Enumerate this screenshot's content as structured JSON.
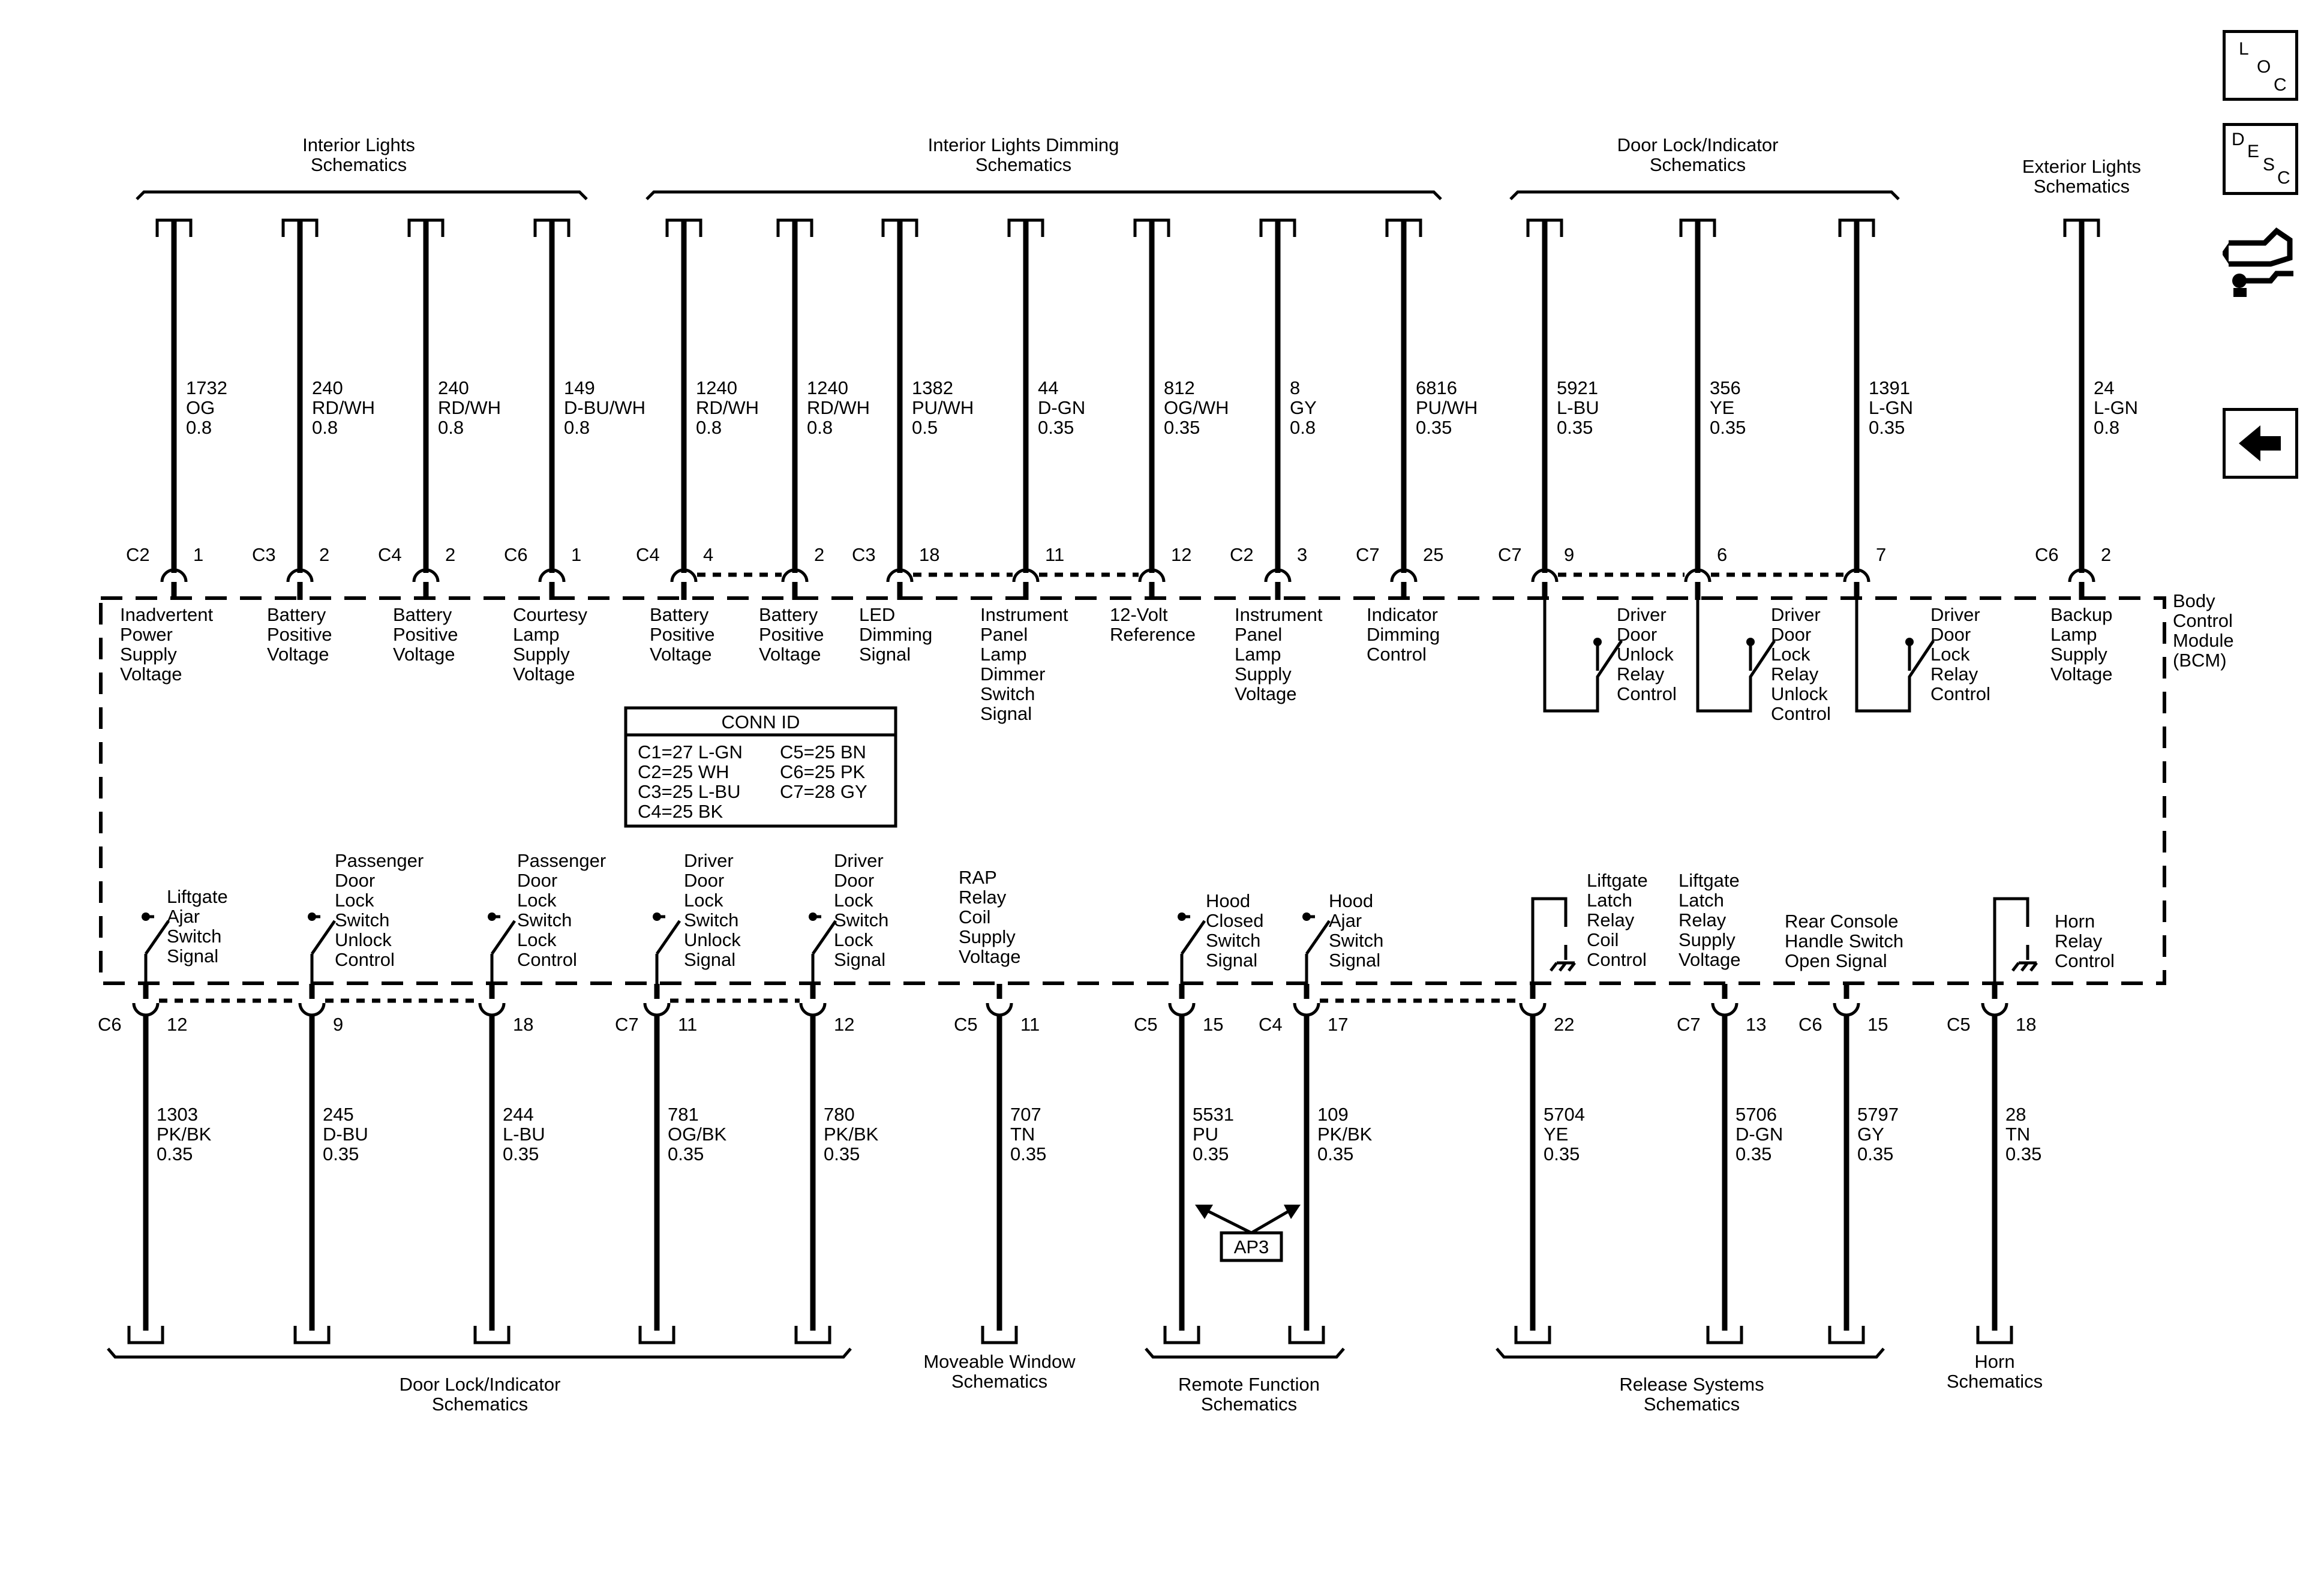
{
  "module": {
    "lines": [
      "Body",
      "Control",
      "Module",
      "(BCM)"
    ]
  },
  "top_groups": [
    {
      "lines": [
        "Interior Lights",
        "Schematics"
      ]
    },
    {
      "lines": [
        "Interior Lights Dimming",
        "Schematics"
      ]
    },
    {
      "lines": [
        "Door Lock/Indicator",
        "Schematics"
      ]
    },
    {
      "lines": [
        "Exterior Lights",
        "Schematics"
      ]
    }
  ],
  "top_pins": [
    {
      "conn": "C2",
      "pin": "1",
      "circuit": [
        "1732",
        "OG",
        "0.8"
      ],
      "func": [
        "Inadvertent",
        "Power",
        "Supply",
        "Voltage"
      ]
    },
    {
      "conn": "C3",
      "pin": "2",
      "circuit": [
        "240",
        "RD/WH",
        "0.8"
      ],
      "func": [
        "Battery",
        "Positive",
        "Voltage"
      ]
    },
    {
      "conn": "C4",
      "pin": "2",
      "circuit": [
        "240",
        "RD/WH",
        "0.8"
      ],
      "func": [
        "Battery",
        "Positive",
        "Voltage"
      ]
    },
    {
      "conn": "C6",
      "pin": "1",
      "circuit": [
        "149",
        "D-BU/WH",
        "0.8"
      ],
      "func": [
        "Courtesy",
        "Lamp",
        "Supply",
        "Voltage"
      ]
    },
    {
      "conn": "C4",
      "pin": "4",
      "circuit": [
        "1240",
        "RD/WH",
        "0.8"
      ],
      "func": [
        "Battery",
        "Positive",
        "Voltage"
      ]
    },
    {
      "conn": "",
      "pin": "2",
      "circuit": [
        "1240",
        "RD/WH",
        "0.8"
      ],
      "func": [
        "Battery",
        "Positive",
        "Voltage"
      ]
    },
    {
      "conn": "C3",
      "pin": "18",
      "circuit": [
        "1382",
        "PU/WH",
        "0.5"
      ],
      "func": [
        "LED",
        "Dimming",
        "Signal"
      ]
    },
    {
      "conn": "",
      "pin": "11",
      "circuit": [
        "44",
        "D-GN",
        "0.35"
      ],
      "func": [
        "Instrument",
        "Panel",
        "Lamp",
        "Dimmer",
        "Switch",
        "Signal"
      ]
    },
    {
      "conn": "",
      "pin": "12",
      "circuit": [
        "812",
        "OG/WH",
        "0.35"
      ],
      "func": [
        "12-Volt",
        "Reference"
      ]
    },
    {
      "conn": "C2",
      "pin": "3",
      "circuit": [
        "8",
        "GY",
        "0.8"
      ],
      "func": [
        "Instrument",
        "Panel",
        "Lamp",
        "Supply",
        "Voltage"
      ]
    },
    {
      "conn": "C7",
      "pin": "25",
      "circuit": [
        "6816",
        "PU/WH",
        "0.35"
      ],
      "func": [
        "Indicator",
        "Dimming",
        "Control"
      ]
    },
    {
      "conn": "C7",
      "pin": "9",
      "circuit": [
        "5921",
        "L-BU",
        "0.35"
      ],
      "func": [
        "Driver",
        "Door",
        "Unlock",
        "Relay",
        "Control"
      ]
    },
    {
      "conn": "",
      "pin": "6",
      "circuit": [
        "356",
        "YE",
        "0.35"
      ],
      "func": [
        "Driver",
        "Door",
        "Lock",
        "Relay",
        "Unlock",
        "Control"
      ]
    },
    {
      "conn": "",
      "pin": "7",
      "circuit": [
        "1391",
        "L-GN",
        "0.35"
      ],
      "func": [
        "Driver",
        "Door",
        "Lock",
        "Relay",
        "Control"
      ]
    },
    {
      "conn": "C6",
      "pin": "2",
      "circuit": [
        "24",
        "L-GN",
        "0.8"
      ],
      "func": [
        "Backup",
        "Lamp",
        "Supply",
        "Voltage"
      ]
    }
  ],
  "bottom_pins": [
    {
      "conn": "C6",
      "pin": "12",
      "circuit": [
        "1303",
        "PK/BK",
        "0.35"
      ],
      "func": [
        "Liftgate",
        "Ajar",
        "Switch",
        "Signal"
      ]
    },
    {
      "conn": "",
      "pin": "9",
      "circuit": [
        "245",
        "D-BU",
        "0.35"
      ],
      "func": [
        "Passenger",
        "Door",
        "Lock",
        "Switch",
        "Unlock",
        "Control"
      ]
    },
    {
      "conn": "",
      "pin": "18",
      "circuit": [
        "244",
        "L-BU",
        "0.35"
      ],
      "func": [
        "Passenger",
        "Door",
        "Lock",
        "Switch",
        "Lock",
        "Control"
      ]
    },
    {
      "conn": "C7",
      "pin": "11",
      "circuit": [
        "781",
        "OG/BK",
        "0.35"
      ],
      "func": [
        "Driver",
        "Door",
        "Lock",
        "Switch",
        "Unlock",
        "Signal"
      ]
    },
    {
      "conn": "",
      "pin": "12",
      "circuit": [
        "780",
        "PK/BK",
        "0.35"
      ],
      "func": [
        "Driver",
        "Door",
        "Lock",
        "Switch",
        "Lock",
        "Signal"
      ]
    },
    {
      "conn": "C5",
      "pin": "11",
      "circuit": [
        "707",
        "TN",
        "0.35"
      ],
      "func": [
        "RAP",
        "Relay",
        "Coil",
        "Supply",
        "Voltage"
      ]
    },
    {
      "conn": "C5",
      "pin": "15",
      "circuit": [
        "5531",
        "PU",
        "0.35"
      ],
      "func": [
        "Hood",
        "Closed",
        "Switch",
        "Signal"
      ]
    },
    {
      "conn": "C4",
      "pin": "17",
      "circuit": [
        "109",
        "PK/BK",
        "0.35"
      ],
      "func": [
        "Hood",
        "Ajar",
        "Switch",
        "Signal"
      ]
    },
    {
      "conn": "",
      "pin": "22",
      "circuit": [
        "5704",
        "YE",
        "0.35"
      ],
      "func": [
        "Liftgate",
        "Latch",
        "Relay",
        "Coil",
        "Control"
      ]
    },
    {
      "conn": "C7",
      "pin": "13",
      "circuit": [
        "5706",
        "D-GN",
        "0.35"
      ],
      "func": [
        "Liftgate",
        "Latch",
        "Relay",
        "Supply",
        "Voltage"
      ]
    },
    {
      "conn": "C6",
      "pin": "15",
      "circuit": [
        "5797",
        "GY",
        "0.35"
      ],
      "func": [
        "Rear Console",
        "Handle Switch",
        "Open Signal"
      ]
    },
    {
      "conn": "C5",
      "pin": "18",
      "circuit": [
        "28",
        "TN",
        "0.35"
      ],
      "func": [
        "Horn",
        "Relay",
        "Control"
      ]
    }
  ],
  "bottom_groups": [
    {
      "lines": [
        "Door Lock/Indicator",
        "Schematics"
      ]
    },
    {
      "lines": [
        "Moveable Window",
        "Schematics"
      ]
    },
    {
      "lines": [
        "Remote Function",
        "Schematics"
      ]
    },
    {
      "lines": [
        "Release Systems",
        "Schematics"
      ]
    },
    {
      "lines": [
        "Horn",
        "Schematics"
      ]
    }
  ],
  "conn_id": {
    "title": "CONN ID",
    "left": [
      "C1=27 L-GN",
      "C2=25 WH",
      "C3=25 L-BU",
      "C4=25 BK"
    ],
    "right": [
      "C5=25 BN",
      "C6=25 PK",
      "C7=28 GY"
    ]
  },
  "ap3_label": "AP3",
  "side_icons": {
    "loc": {
      "letters": [
        "L",
        "O",
        "C"
      ]
    },
    "desc": {
      "letters": [
        "D",
        "E",
        "S",
        "C"
      ]
    },
    "nav": "wrench-hand-icon",
    "back": "back-arrow-icon"
  }
}
